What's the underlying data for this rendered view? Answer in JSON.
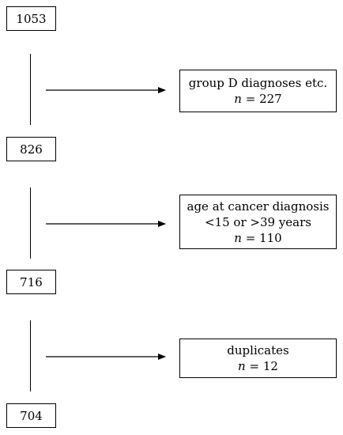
{
  "flow": {
    "counts": [
      "1053",
      "826",
      "716",
      "704"
    ],
    "exclusions": [
      {
        "lines": [
          "group D diagnoses etc."
        ],
        "n_label": "n",
        "n_value": "= 227"
      },
      {
        "lines": [
          "age at cancer diagnosis",
          "<15 or >39 years"
        ],
        "n_label": "n",
        "n_value": "= 110"
      },
      {
        "lines": [
          "duplicates"
        ],
        "n_label": "n",
        "n_value": "= 12"
      }
    ]
  }
}
